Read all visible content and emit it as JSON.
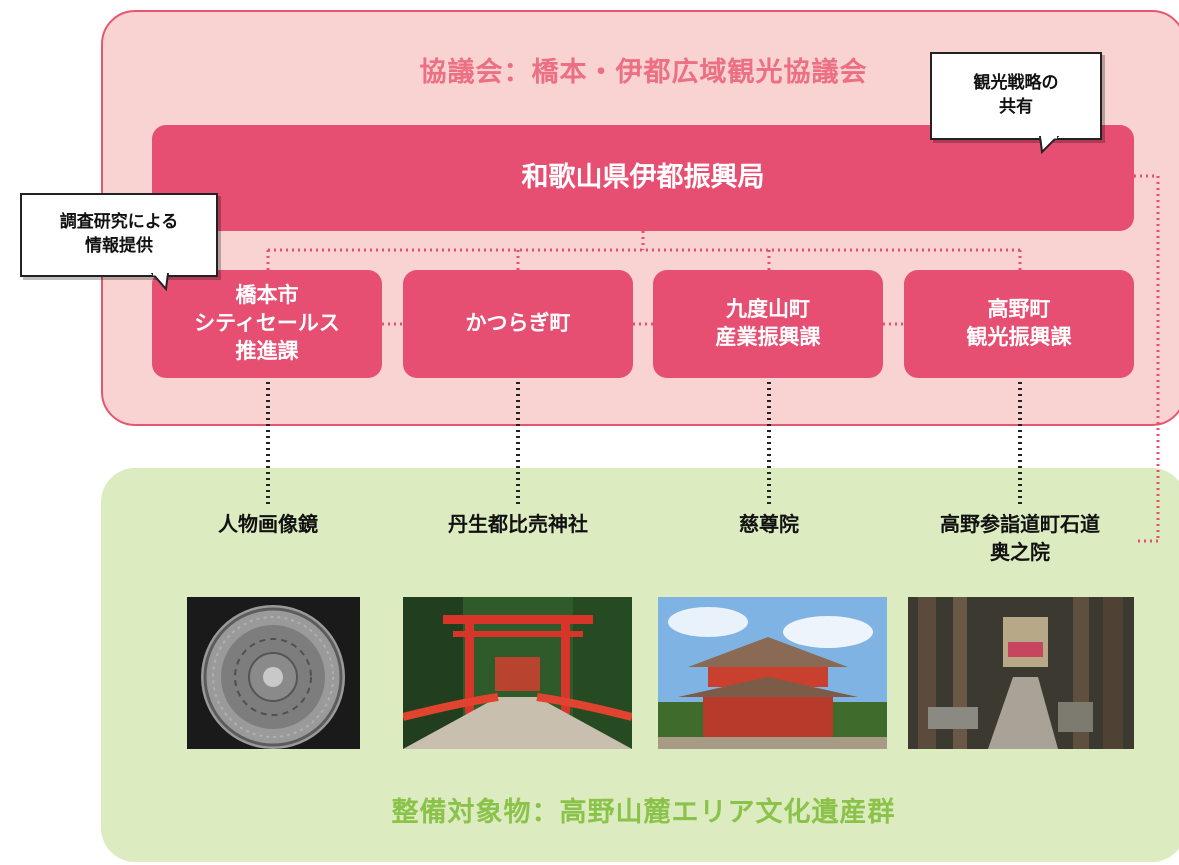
{
  "council_title": "協議会：橋本・伊都広域観光協議会",
  "bureau": "和歌山県伊都振興局",
  "callout_strategy": "観光戦略の\n共有",
  "callout_research": "調査研究による\n情報提供",
  "offices": [
    "橋本市\nシティセールス\n推進課",
    "かつらぎ町",
    "九度山町\n産業振興課",
    "高野町\n観光振興課"
  ],
  "targets": [
    "人物画像鏡",
    "丹生都比売神社",
    "慈尊院",
    "高野参詣道町石道\n奥之院"
  ],
  "targets_title": "整備対象物：高野山麓エリア文化遺産群",
  "colors": {
    "council_fill": "#f8d3d1",
    "council_border": "#e7566f",
    "box_fill": "#e74f72",
    "council_title": "#ec6f83",
    "targets_fill": "#dcebc0",
    "targets_title": "#8bc34a"
  }
}
